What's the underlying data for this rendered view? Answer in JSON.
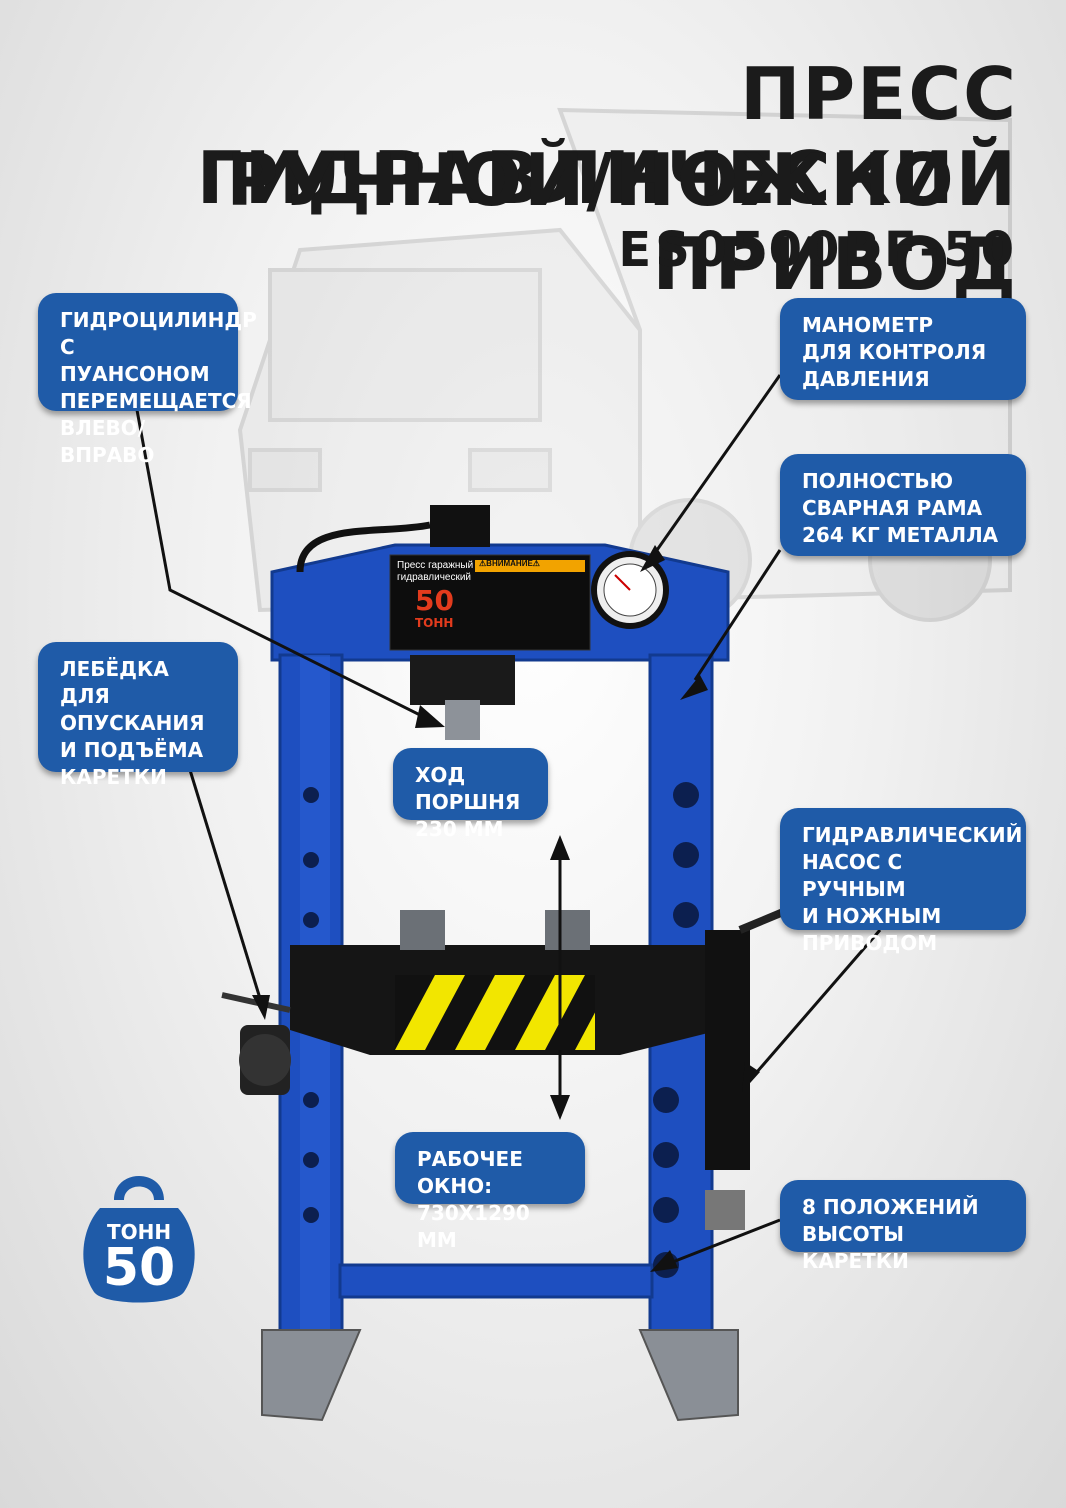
{
  "title": {
    "line1": "ПРЕСС ГИДРАВЛИЧЕСКИЙ",
    "line2": "РУЧНОЙ/НОЖНОЙ ПРИВОД",
    "model": "ES0500BF-50"
  },
  "callouts": {
    "cylinder": "ГИДРОЦИЛИНДР\nС ПУАНСОНОМ\nПЕРЕМЕЩАЕТСЯ\nВЛЕВО/ВПРАВО",
    "gauge": "МАНОМЕТР\nДЛЯ КОНТРОЛЯ\nДАВЛЕНИЯ",
    "frame": "ПОЛНОСТЬЮ\nСВАРНАЯ РАМА\n264 КГ МЕТАЛЛА",
    "winch": "ЛЕБЁДКА\nДЛЯ ОПУСКАНИЯ\nИ ПОДЪЁМА\nКАРЕТКИ",
    "stroke": "ХОД ПОРШНЯ\n230 ММ",
    "pump": "ГИДРАВЛИЧЕСКИЙ\nНАСОС С РУЧНЫМ\nИ НОЖНЫМ\nПРИВОДОМ",
    "window": "РАБОЧЕЕ ОКНО:\n730Х1290 ММ",
    "positions": "8 ПОЛОЖЕНИЙ\nВЫСОТЫ КАРЕТКИ"
  },
  "label_plate": {
    "line1": "Пресс гаражный",
    "line2": "гидравлический",
    "tons_value": "50",
    "tons_unit": "ТОНН",
    "warning": "⚠ВНИМАНИЕ⚠"
  },
  "weight_badge": {
    "unit": "ТОНН",
    "value": "50"
  },
  "colors": {
    "callout_bg": "#1f5ba8",
    "frame_blue": "#1e4fc0",
    "title_text": "#1b1b1b",
    "stripe_yellow": "#f2e600"
  }
}
